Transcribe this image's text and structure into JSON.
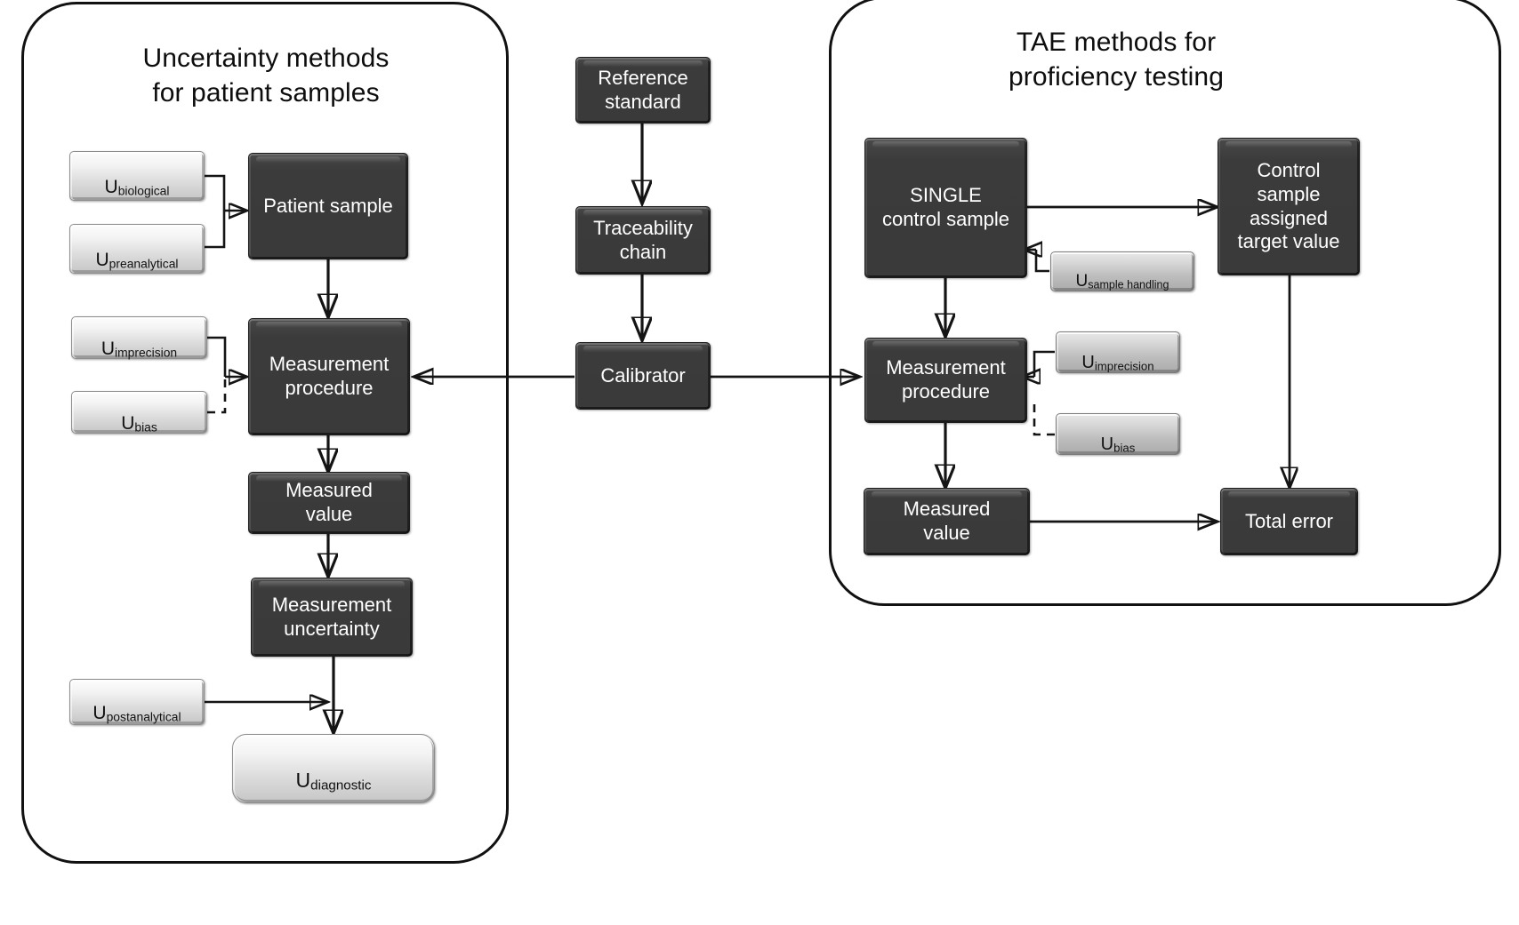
{
  "panels": {
    "left": {
      "title": "Uncertainty methods\nfor patient samples"
    },
    "right": {
      "title": "TAE methods for\nproficiency testing"
    }
  },
  "left_panel_nodes": {
    "u_biological": {
      "base": "U",
      "sub": "biological"
    },
    "u_preanalytical": {
      "base": "U",
      "sub": "preanalytical"
    },
    "patient_sample": "Patient sample",
    "u_imprecision": {
      "base": "U",
      "sub": "imprecision"
    },
    "u_bias": {
      "base": "U",
      "sub": "bias"
    },
    "measurement_procedure": "Measurement\nprocedure",
    "measured_value": "Measured\nvalue",
    "measurement_uncertainty": "Measurement\nuncertainty",
    "u_postanalytical": {
      "base": "U",
      "sub": "postanalytical"
    },
    "u_diagnostic": {
      "base": "U",
      "sub": "diagnostic"
    }
  },
  "center_nodes": {
    "reference_standard": "Reference\nstandard",
    "traceability_chain": "Traceability\nchain",
    "calibrator": "Calibrator"
  },
  "right_panel_nodes": {
    "single_control_sample": "SINGLE\ncontrol sample",
    "u_sample_handling": {
      "base": "U",
      "sub": "sample handling"
    },
    "control_sample_target": "Control\nsample\nassigned\ntarget value",
    "measurement_procedure": "Measurement\nprocedure",
    "u_imprecision": {
      "base": "U",
      "sub": "imprecision"
    },
    "u_bias": {
      "base": "U",
      "sub": "bias"
    },
    "measured_value": "Measured\nvalue",
    "total_error": "Total error"
  },
  "colors": {
    "dark_box": "#3a3a3a",
    "light_box": "#dcdcdc",
    "light_box_right": "#bdbdbd",
    "stroke": "#141414",
    "text_light": "#ffffff",
    "text_dark": "#111111",
    "background": "#ffffff"
  },
  "chart_data": {
    "type": "diagram-flowchart",
    "title": "Comparison of uncertainty methods for patient samples versus TAE methods for proficiency testing",
    "nodes": [
      {
        "id": "u_biological",
        "label": "U biological",
        "group": "left",
        "style": "light"
      },
      {
        "id": "u_preanalytical",
        "label": "U preanalytical",
        "group": "left",
        "style": "light"
      },
      {
        "id": "patient_sample",
        "label": "Patient sample",
        "group": "left",
        "style": "dark"
      },
      {
        "id": "u_imprecision_l",
        "label": "U imprecision",
        "group": "left",
        "style": "light"
      },
      {
        "id": "u_bias_l",
        "label": "U bias",
        "group": "left",
        "style": "light"
      },
      {
        "id": "measurement_procedure_l",
        "label": "Measurement procedure",
        "group": "left",
        "style": "dark"
      },
      {
        "id": "measured_value_l",
        "label": "Measured value",
        "group": "left",
        "style": "dark"
      },
      {
        "id": "measurement_uncertainty",
        "label": "Measurement uncertainty",
        "group": "left",
        "style": "dark"
      },
      {
        "id": "u_postanalytical",
        "label": "U postanalytical",
        "group": "left",
        "style": "light"
      },
      {
        "id": "u_diagnostic",
        "label": "U diagnostic",
        "group": "left",
        "style": "light"
      },
      {
        "id": "reference_standard",
        "label": "Reference standard",
        "group": "center",
        "style": "dark"
      },
      {
        "id": "traceability_chain",
        "label": "Traceability chain",
        "group": "center",
        "style": "dark"
      },
      {
        "id": "calibrator",
        "label": "Calibrator",
        "group": "center",
        "style": "dark"
      },
      {
        "id": "single_control_sample",
        "label": "SINGLE control sample",
        "group": "right",
        "style": "dark"
      },
      {
        "id": "u_sample_handling",
        "label": "U sample handling",
        "group": "right",
        "style": "light"
      },
      {
        "id": "control_sample_target",
        "label": "Control sample assigned target value",
        "group": "right",
        "style": "dark"
      },
      {
        "id": "measurement_procedure_r",
        "label": "Measurement procedure",
        "group": "right",
        "style": "dark"
      },
      {
        "id": "u_imprecision_r",
        "label": "U imprecision",
        "group": "right",
        "style": "light"
      },
      {
        "id": "u_bias_r",
        "label": "U bias",
        "group": "right",
        "style": "light"
      },
      {
        "id": "measured_value_r",
        "label": "Measured value",
        "group": "right",
        "style": "dark"
      },
      {
        "id": "total_error",
        "label": "Total error",
        "group": "right",
        "style": "dark"
      }
    ],
    "edges": [
      {
        "from": "u_biological",
        "to": "patient_sample",
        "style": "solid"
      },
      {
        "from": "u_preanalytical",
        "to": "patient_sample",
        "style": "solid"
      },
      {
        "from": "patient_sample",
        "to": "measurement_procedure_l",
        "style": "solid"
      },
      {
        "from": "u_imprecision_l",
        "to": "measurement_procedure_l",
        "style": "solid"
      },
      {
        "from": "u_bias_l",
        "to": "measurement_procedure_l",
        "style": "dashed"
      },
      {
        "from": "measurement_procedure_l",
        "to": "measured_value_l",
        "style": "solid"
      },
      {
        "from": "measured_value_l",
        "to": "measurement_uncertainty",
        "style": "solid"
      },
      {
        "from": "measurement_uncertainty",
        "to": "u_diagnostic",
        "style": "solid"
      },
      {
        "from": "u_postanalytical",
        "to": "u_diagnostic",
        "style": "solid"
      },
      {
        "from": "reference_standard",
        "to": "traceability_chain",
        "style": "solid"
      },
      {
        "from": "traceability_chain",
        "to": "calibrator",
        "style": "solid"
      },
      {
        "from": "calibrator",
        "to": "measurement_procedure_l",
        "style": "solid"
      },
      {
        "from": "calibrator",
        "to": "measurement_procedure_r",
        "style": "solid"
      },
      {
        "from": "single_control_sample",
        "to": "control_sample_target",
        "style": "solid"
      },
      {
        "from": "u_sample_handling",
        "to": "single_control_sample",
        "style": "solid"
      },
      {
        "from": "single_control_sample",
        "to": "measurement_procedure_r",
        "style": "solid"
      },
      {
        "from": "u_imprecision_r",
        "to": "measurement_procedure_r",
        "style": "solid"
      },
      {
        "from": "u_bias_r",
        "to": "measurement_procedure_r",
        "style": "dashed"
      },
      {
        "from": "measurement_procedure_r",
        "to": "measured_value_r",
        "style": "solid"
      },
      {
        "from": "measured_value_r",
        "to": "total_error",
        "style": "solid"
      },
      {
        "from": "control_sample_target",
        "to": "total_error",
        "style": "solid"
      }
    ]
  }
}
